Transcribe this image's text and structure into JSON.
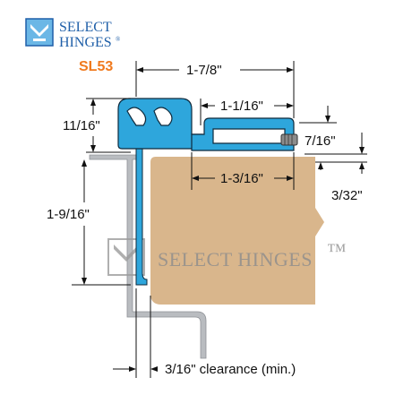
{
  "brand": {
    "line1": "SELECT",
    "line2": "HINGES",
    "mark": "®",
    "icon": "hinge-logo-icon",
    "color": "#1F5FA8"
  },
  "model": {
    "code": "SL53",
    "color": "#F07A1E"
  },
  "dimensions": {
    "overall_width": "1-7/8\"",
    "leaf_width": "1-1/16\"",
    "door_leaf_width": "1-3/16\"",
    "top_height": "11/16\"",
    "leaf_height": "7/16\"",
    "offset": "3/32\"",
    "jamb_height": "1-9/16\"",
    "clearance": "3/16\" clearance (min.)"
  },
  "watermark": {
    "text": "SELECT HINGES",
    "mark": "™"
  },
  "colors": {
    "hinge": "#2EA6DC",
    "hinge_stroke": "#0E2A3D",
    "door": "#D9B68C",
    "frame": "#B9BCC0",
    "dimension": "#111111"
  }
}
